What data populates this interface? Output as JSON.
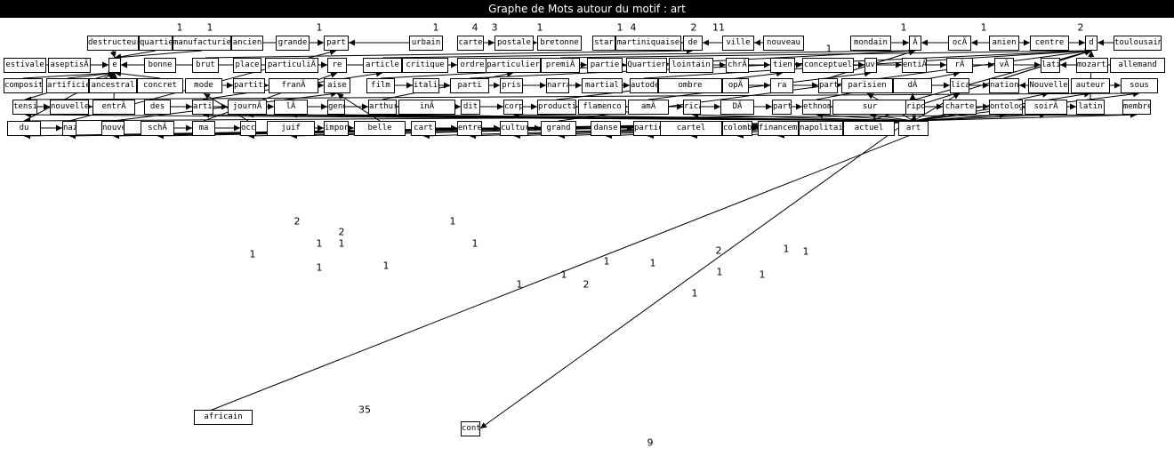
{
  "window": {
    "title": "Graphe de Mots autour du motif : art"
  },
  "graph": {
    "hub": "art",
    "nodes": [
      "destructeur",
      "quartier",
      "manufacturies",
      "ancien",
      "grande",
      "part",
      "urbain",
      "carte",
      "postale",
      "bretonne",
      "star",
      "martiniquaise",
      "de",
      "ville",
      "nouveau",
      "mondain",
      "Ã",
      "ocÃ",
      "anien",
      "centre",
      "d",
      "toulousain",
      "estivale",
      "aseptisÃ",
      "e",
      "bonne",
      "brut",
      "place",
      "particuliÃ",
      "re",
      "article",
      "critique",
      "ordre",
      "particulier",
      "premiÃ",
      "partie",
      "Quartier",
      "lointain",
      "chrÃ",
      "tien",
      "conceptuel",
      "uvre",
      "entiÃ",
      "rÃ",
      "vÃ",
      "lation",
      "mozartienne",
      "allemand",
      "compositeur",
      "artificiel",
      "ancestral",
      "concret",
      "mode",
      "partition",
      "franÃ",
      "aise",
      "film",
      "italien",
      "parti",
      "pris",
      "narratif",
      "martial",
      "autodestructif",
      "ombre",
      "opÃ",
      "ra",
      "participatif",
      "parisien",
      "dÃ",
      "licat",
      "national",
      "Nouvelle",
      "auteur",
      "sous",
      "tension",
      "nouvelle",
      "entrÃ",
      "des",
      "artistes",
      "journÃ",
      "lÃ",
      "gende",
      "arthurienne",
      "inÃ",
      "dit",
      "corporel",
      "production",
      "flamenco",
      "amÃ",
      "ricain",
      "DÃ",
      "partes",
      "ethnomusicologie",
      "sur",
      "riposte",
      "charte",
      "ontologie",
      "soirÃ",
      "latin",
      "membre",
      "du",
      "nazi",
      "nouvel",
      "schÃ",
      "ma",
      "occidental",
      "juif",
      "importante",
      "belle",
      "cart",
      "entre",
      "culture",
      "grand",
      "danse",
      "participative",
      "cartel",
      "colombien",
      "financement",
      "napolitain",
      "actuel",
      "art",
      "contemporain",
      "africain"
    ],
    "edge_labels": [
      "1",
      "1",
      "1",
      "1",
      "4",
      "3",
      "1",
      "1",
      "4",
      "1",
      "1",
      "1",
      "2",
      "2",
      "11",
      "35",
      "9",
      "2",
      "2",
      "1",
      "1",
      "1",
      "1",
      "1",
      "1",
      "1",
      "2",
      "1",
      "1",
      "1",
      "1",
      "2",
      "1",
      "1",
      "1",
      "1",
      "1"
    ]
  }
}
